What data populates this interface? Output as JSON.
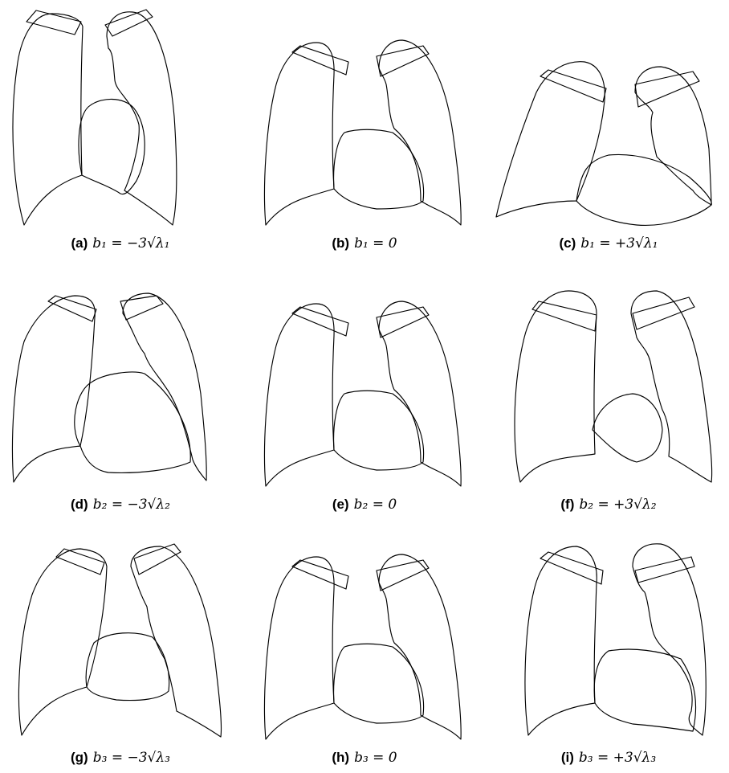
{
  "panels": [
    {
      "label": "(a)",
      "equation": "b₁ = −3√λ₁"
    },
    {
      "label": "(b)",
      "equation": "b₁ = 0"
    },
    {
      "label": "(c)",
      "equation": "b₁ = +3√λ₁"
    },
    {
      "label": "(d)",
      "equation": "b₂ = −3√λ₂"
    },
    {
      "label": "(e)",
      "equation": "b₂ = 0"
    },
    {
      "label": "(f)",
      "equation": "b₂ = +3√λ₂"
    },
    {
      "label": "(g)",
      "equation": "b₃ = −3√λ₃"
    },
    {
      "label": "(h)",
      "equation": "b₃ = 0"
    },
    {
      "label": "(i)",
      "equation": "b₃ = +3√λ₃"
    }
  ]
}
